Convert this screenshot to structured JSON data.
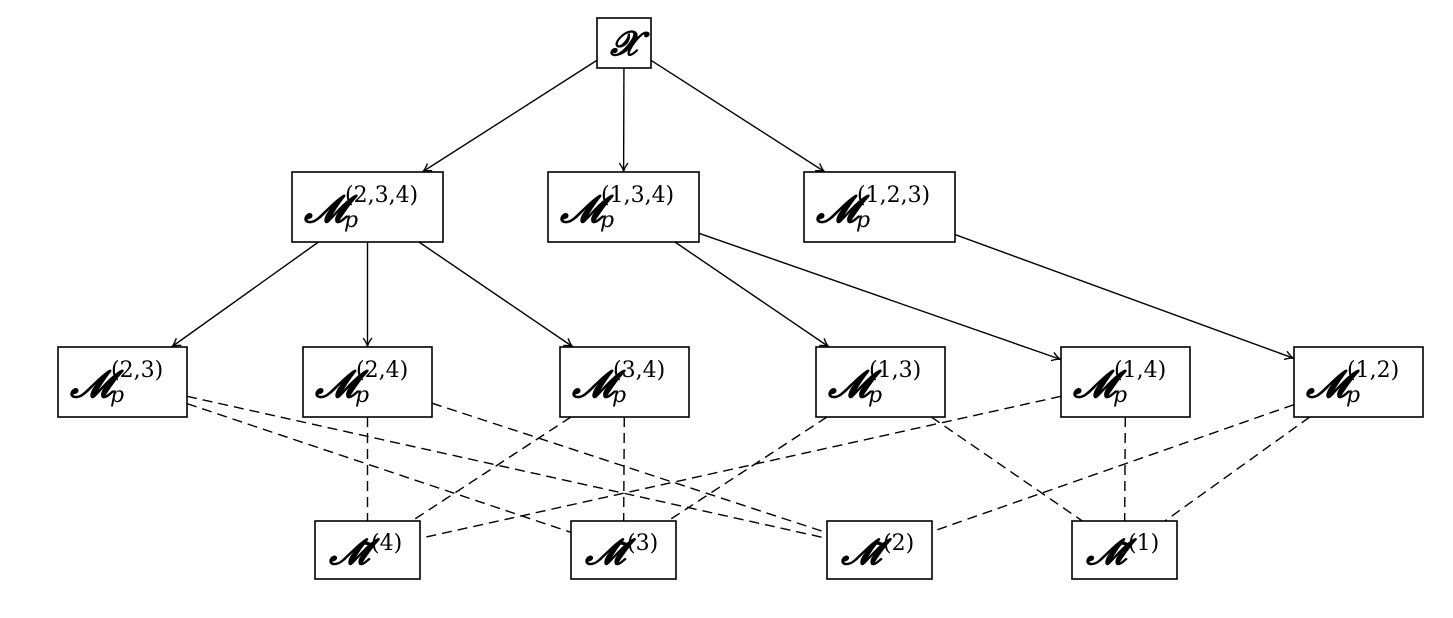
{
  "diagram": {
    "root": {
      "symbol": "𝓧"
    },
    "level1": [
      {
        "id": "m234",
        "symbol": "𝓜",
        "sub": "p",
        "sup": "(2,3,4)"
      },
      {
        "id": "m134",
        "symbol": "𝓜",
        "sub": "p",
        "sup": "(1,3,4)"
      },
      {
        "id": "m123",
        "symbol": "𝓜",
        "sub": "p",
        "sup": "(1,2,3)"
      }
    ],
    "level2": [
      {
        "id": "m23",
        "symbol": "𝓜",
        "sub": "p",
        "sup": "(2,3)"
      },
      {
        "id": "m24",
        "symbol": "𝓜",
        "sub": "p",
        "sup": "(2,4)"
      },
      {
        "id": "m34",
        "symbol": "𝓜",
        "sub": "p",
        "sup": "(3,4)"
      },
      {
        "id": "m13",
        "symbol": "𝓜",
        "sub": "p",
        "sup": "(1,3)"
      },
      {
        "id": "m14",
        "symbol": "𝓜",
        "sub": "p",
        "sup": "(1,4)"
      },
      {
        "id": "m12",
        "symbol": "𝓜",
        "sub": "p",
        "sup": "(1,2)"
      }
    ],
    "level3": [
      {
        "id": "t4",
        "symbol": "𝓜̃",
        "sup": "(4)"
      },
      {
        "id": "t3",
        "symbol": "𝓜̃",
        "sup": "(3)"
      },
      {
        "id": "t2",
        "symbol": "𝓜̃",
        "sup": "(2)"
      },
      {
        "id": "t1",
        "symbol": "𝓜̃",
        "sup": "(1)"
      }
    ],
    "solid_edges": [
      [
        "x",
        "m234"
      ],
      [
        "x",
        "m134"
      ],
      [
        "x",
        "m123"
      ],
      [
        "m234",
        "m23"
      ],
      [
        "m234",
        "m24"
      ],
      [
        "m234",
        "m34"
      ],
      [
        "m134",
        "m13"
      ],
      [
        "m134",
        "m14"
      ],
      [
        "m123",
        "m12"
      ]
    ],
    "dashed_edges": [
      [
        "m23",
        "t3"
      ],
      [
        "m23",
        "t2"
      ],
      [
        "m24",
        "t4"
      ],
      [
        "m24",
        "t2"
      ],
      [
        "m34",
        "t4"
      ],
      [
        "m34",
        "t3"
      ],
      [
        "m13",
        "t3"
      ],
      [
        "m13",
        "t1"
      ],
      [
        "m14",
        "t4"
      ],
      [
        "m14",
        "t1"
      ],
      [
        "m12",
        "t2"
      ],
      [
        "m12",
        "t1"
      ]
    ]
  }
}
